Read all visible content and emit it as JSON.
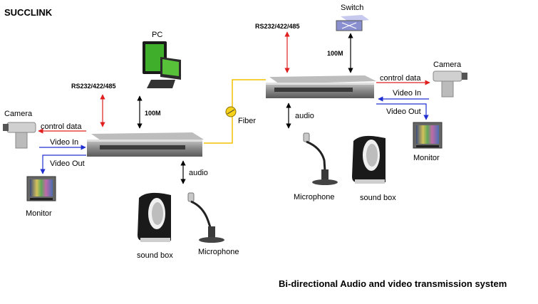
{
  "brand": "SUCCLINK",
  "caption": "Bi-directional Audio and video transmission system",
  "colors": {
    "red": "#e02020",
    "blue": "#2030d0",
    "black": "#000000",
    "fiber": "#f2c100"
  },
  "left": {
    "pc_label": "PC",
    "rs_label": "RS232/422/485",
    "link_label": "100M",
    "camera_label": "Camera",
    "control_label": "control data",
    "video_in_label": "Video In",
    "video_out_label": "Video Out",
    "monitor_label": "Monitor",
    "audio_label": "audio",
    "speaker_label": "sound box",
    "mic_label": "Microphone"
  },
  "fiber_label": "Fiber",
  "right": {
    "switch_label": "Switch",
    "rs_label": "RS232/422/485",
    "link_label": "100M",
    "camera_label": "Camera",
    "control_label": "control data",
    "video_in_label": "Video In",
    "video_out_label": "Video Out",
    "monitor_label": "Monitor",
    "audio_label": "audio",
    "mic_label": "Microphone",
    "speaker_label": "sound box"
  }
}
